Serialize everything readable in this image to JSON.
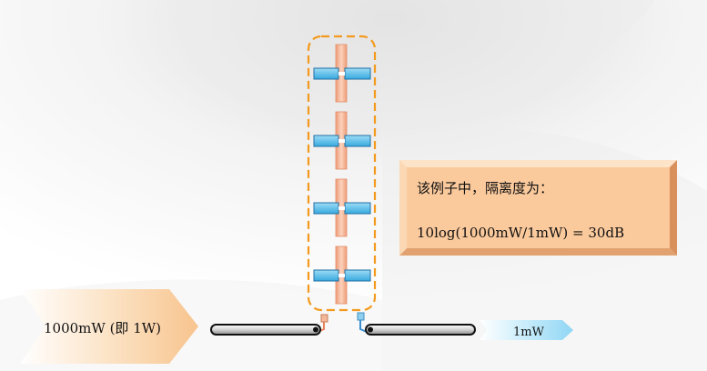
{
  "input_arrow": {
    "label": "1000mW (即 1W)"
  },
  "output_arrow": {
    "label": "1mW"
  },
  "note": {
    "title": "该例子中，隔离度为：",
    "formula": "10log(1000mW/1mW) = 30dB"
  },
  "antenna": {
    "element_count": 4
  },
  "colors": {
    "input_arrow": "#fbd3a8",
    "output_arrow": "#bfe8fb",
    "note_face": "#fac99c",
    "dashed_outline": "#f39a1e",
    "dipole": "#5fc1ec",
    "mast": "#f4b89a"
  }
}
